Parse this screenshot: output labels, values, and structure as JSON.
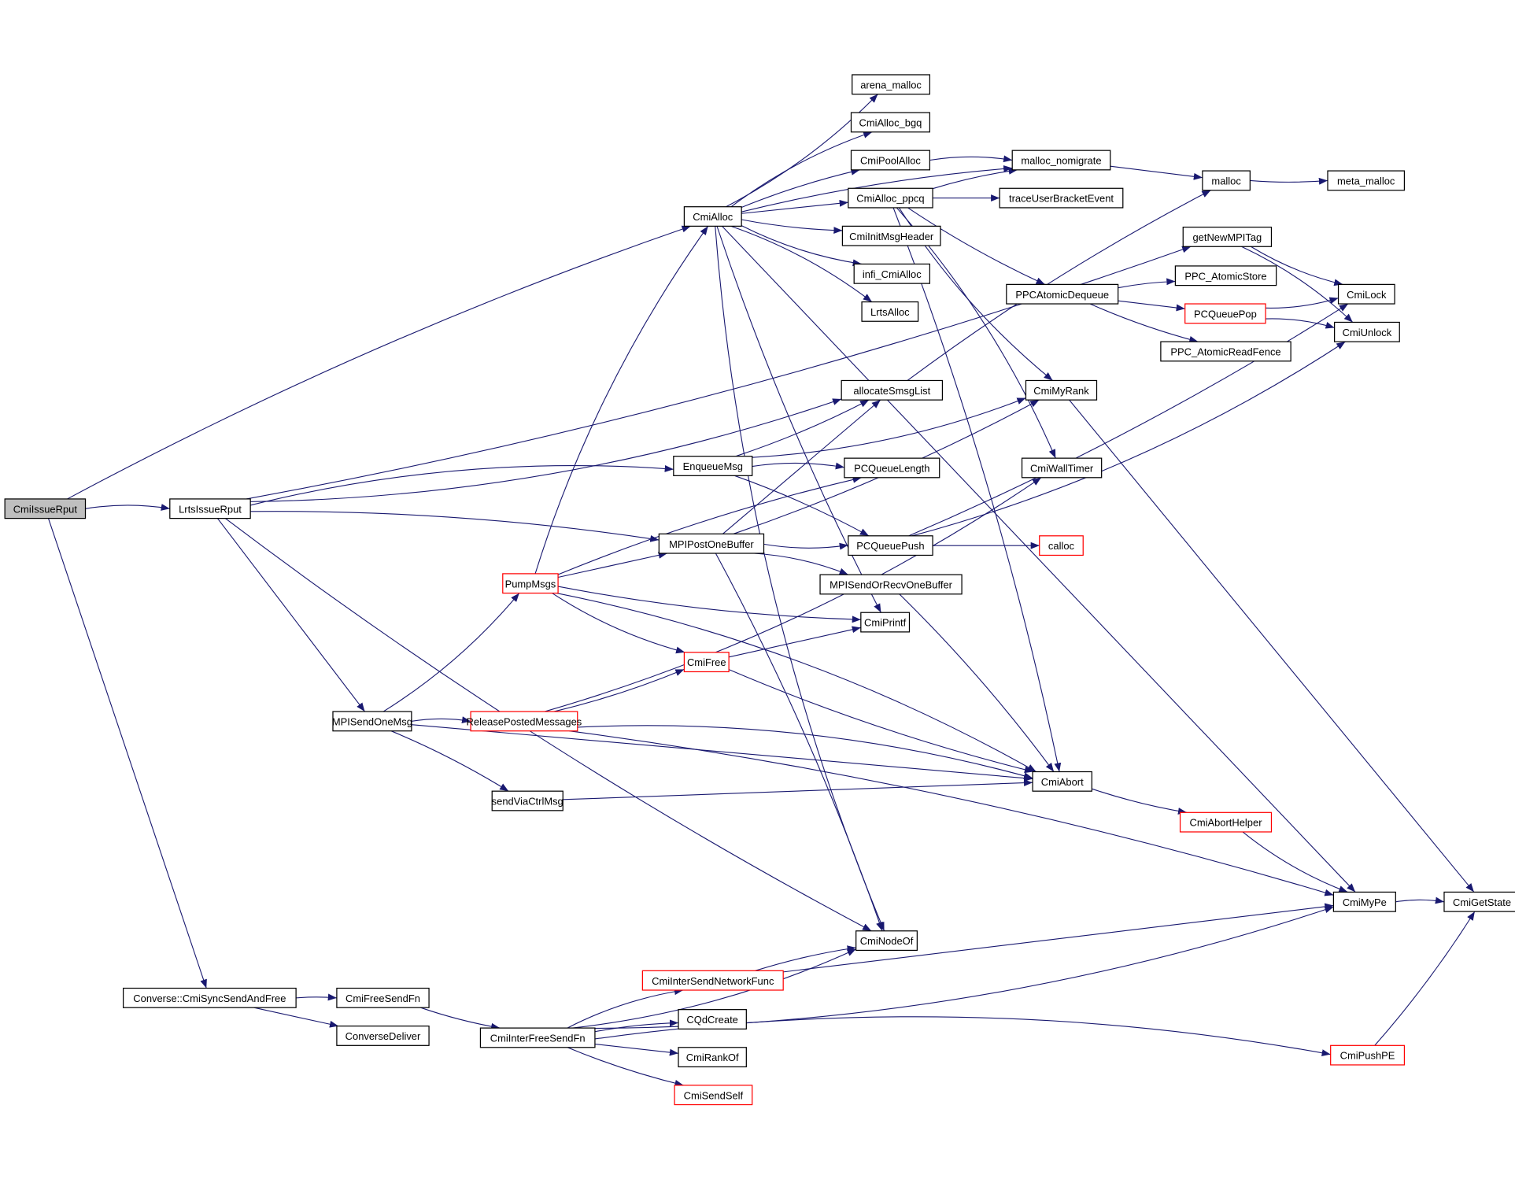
{
  "graph": {
    "type": "call-graph",
    "edge_color": "#191970",
    "root_fill": "#bfbfbf",
    "truncated_border_color": "#ff0000",
    "normal_border_color": "#000000",
    "nodes": [
      {
        "id": "CmiIssueRput",
        "label": "CmiIssueRput",
        "kind": "root"
      },
      {
        "id": "LrtsIssueRput",
        "label": "LrtsIssueRput",
        "kind": "normal"
      },
      {
        "id": "CmiAlloc",
        "label": "CmiAlloc",
        "kind": "normal"
      },
      {
        "id": "arena_malloc",
        "label": "arena_malloc",
        "kind": "normal"
      },
      {
        "id": "CmiAlloc_bgq",
        "label": "CmiAlloc_bgq",
        "kind": "normal"
      },
      {
        "id": "CmiPoolAlloc",
        "label": "CmiPoolAlloc",
        "kind": "normal"
      },
      {
        "id": "CmiAlloc_ppcq",
        "label": "CmiAlloc_ppcq",
        "kind": "normal"
      },
      {
        "id": "CmiInitMsgHeader",
        "label": "CmiInitMsgHeader",
        "kind": "normal"
      },
      {
        "id": "infi_CmiAlloc",
        "label": "infi_CmiAlloc",
        "kind": "normal"
      },
      {
        "id": "LrtsAlloc",
        "label": "LrtsAlloc",
        "kind": "normal"
      },
      {
        "id": "malloc_nomigrate",
        "label": "malloc_nomigrate",
        "kind": "normal"
      },
      {
        "id": "traceUserBracketEvent",
        "label": "traceUserBracketEvent",
        "kind": "normal"
      },
      {
        "id": "malloc",
        "label": "malloc",
        "kind": "normal"
      },
      {
        "id": "meta_malloc",
        "label": "meta_malloc",
        "kind": "normal"
      },
      {
        "id": "getNewMPITag",
        "label": "getNewMPITag",
        "kind": "normal"
      },
      {
        "id": "PPCAtomicDequeue",
        "label": "PPCAtomicDequeue",
        "kind": "normal"
      },
      {
        "id": "PPC_AtomicStore",
        "label": "PPC_AtomicStore",
        "kind": "normal"
      },
      {
        "id": "PCQueuePop",
        "label": "PCQueuePop",
        "kind": "truncated"
      },
      {
        "id": "PPC_AtomicReadFence",
        "label": "PPC_AtomicReadFence",
        "kind": "normal"
      },
      {
        "id": "CmiLock",
        "label": "CmiLock",
        "kind": "normal"
      },
      {
        "id": "CmiUnlock",
        "label": "CmiUnlock",
        "kind": "normal"
      },
      {
        "id": "allocateSmsgList",
        "label": "allocateSmsgList",
        "kind": "normal"
      },
      {
        "id": "CmiMyRank",
        "label": "CmiMyRank",
        "kind": "normal"
      },
      {
        "id": "EnqueueMsg",
        "label": "EnqueueMsg",
        "kind": "normal"
      },
      {
        "id": "PCQueueLength",
        "label": "PCQueueLength",
        "kind": "normal"
      },
      {
        "id": "CmiWallTimer",
        "label": "CmiWallTimer",
        "kind": "normal"
      },
      {
        "id": "MPIPostOneBuffer",
        "label": "MPIPostOneBuffer",
        "kind": "normal"
      },
      {
        "id": "PCQueuePush",
        "label": "PCQueuePush",
        "kind": "normal"
      },
      {
        "id": "calloc",
        "label": "calloc",
        "kind": "truncated"
      },
      {
        "id": "PumpMsgs",
        "label": "PumpMsgs",
        "kind": "truncated"
      },
      {
        "id": "MPISendOrRecvOneBuffer",
        "label": "MPISendOrRecvOneBuffer",
        "kind": "normal"
      },
      {
        "id": "CmiPrintf",
        "label": "CmiPrintf",
        "kind": "normal"
      },
      {
        "id": "CmiFree",
        "label": "CmiFree",
        "kind": "truncated"
      },
      {
        "id": "MPISendOneMsg",
        "label": "MPISendOneMsg",
        "kind": "normal"
      },
      {
        "id": "ReleasePostedMessages",
        "label": "ReleasePostedMessages",
        "kind": "truncated"
      },
      {
        "id": "CmiAbort",
        "label": "CmiAbort",
        "kind": "normal"
      },
      {
        "id": "sendViaCtrlMsg",
        "label": "sendViaCtrlMsg",
        "kind": "normal"
      },
      {
        "id": "CmiAbortHelper",
        "label": "CmiAbortHelper",
        "kind": "truncated"
      },
      {
        "id": "CmiMyPe",
        "label": "CmiMyPe",
        "kind": "normal"
      },
      {
        "id": "CmiGetState",
        "label": "CmiGetState",
        "kind": "normal"
      },
      {
        "id": "CmiNodeOf",
        "label": "CmiNodeOf",
        "kind": "normal"
      },
      {
        "id": "Converse_CmiSyncSendAndFree",
        "label": "Converse::CmiSyncSendAndFree",
        "kind": "normal"
      },
      {
        "id": "CmiFreeSendFn",
        "label": "CmiFreeSendFn",
        "kind": "normal"
      },
      {
        "id": "ConverseDeliver",
        "label": "ConverseDeliver",
        "kind": "normal"
      },
      {
        "id": "CmiInterSendNetworkFunc",
        "label": "CmiInterSendNetworkFunc",
        "kind": "truncated"
      },
      {
        "id": "CmiInterFreeSendFn",
        "label": "CmiInterFreeSendFn",
        "kind": "normal"
      },
      {
        "id": "CQdCreate",
        "label": "CQdCreate",
        "kind": "normal"
      },
      {
        "id": "CmiRankOf",
        "label": "CmiRankOf",
        "kind": "normal"
      },
      {
        "id": "CmiSendSelf",
        "label": "CmiSendSelf",
        "kind": "truncated"
      },
      {
        "id": "CmiPushPE",
        "label": "CmiPushPE",
        "kind": "truncated"
      }
    ],
    "edges": [
      [
        "CmiIssueRput",
        "LrtsIssueRput"
      ],
      [
        "CmiIssueRput",
        "CmiAlloc"
      ],
      [
        "CmiIssueRput",
        "Converse_CmiSyncSendAndFree"
      ],
      [
        "LrtsIssueRput",
        "getNewMPITag"
      ],
      [
        "LrtsIssueRput",
        "allocateSmsgList"
      ],
      [
        "LrtsIssueRput",
        "EnqueueMsg"
      ],
      [
        "LrtsIssueRput",
        "MPIPostOneBuffer"
      ],
      [
        "LrtsIssueRput",
        "MPISendOneMsg"
      ],
      [
        "LrtsIssueRput",
        "CmiNodeOf"
      ],
      [
        "CmiAlloc",
        "arena_malloc"
      ],
      [
        "CmiAlloc",
        "CmiAlloc_bgq"
      ],
      [
        "CmiAlloc",
        "CmiPoolAlloc"
      ],
      [
        "CmiAlloc",
        "CmiAlloc_ppcq"
      ],
      [
        "CmiAlloc",
        "CmiInitMsgHeader"
      ],
      [
        "CmiAlloc",
        "infi_CmiAlloc"
      ],
      [
        "CmiAlloc",
        "LrtsAlloc"
      ],
      [
        "CmiAlloc",
        "malloc_nomigrate"
      ],
      [
        "CmiAlloc",
        "CmiMyPe"
      ],
      [
        "CmiAlloc",
        "CmiPrintf"
      ],
      [
        "CmiAlloc",
        "CmiNodeOf"
      ],
      [
        "CmiPoolAlloc",
        "malloc_nomigrate"
      ],
      [
        "CmiAlloc_ppcq",
        "malloc_nomigrate"
      ],
      [
        "CmiAlloc_ppcq",
        "traceUserBracketEvent"
      ],
      [
        "CmiAlloc_ppcq",
        "PPCAtomicDequeue"
      ],
      [
        "CmiAlloc_ppcq",
        "CmiMyRank"
      ],
      [
        "CmiAlloc_ppcq",
        "CmiWallTimer"
      ],
      [
        "CmiAlloc_ppcq",
        "CmiAbort"
      ],
      [
        "malloc_nomigrate",
        "malloc"
      ],
      [
        "malloc",
        "meta_malloc"
      ],
      [
        "getNewMPITag",
        "CmiLock"
      ],
      [
        "getNewMPITag",
        "CmiUnlock"
      ],
      [
        "PPCAtomicDequeue",
        "PPC_AtomicStore"
      ],
      [
        "PPCAtomicDequeue",
        "PCQueuePop"
      ],
      [
        "PPCAtomicDequeue",
        "PPC_AtomicReadFence"
      ],
      [
        "PCQueuePop",
        "CmiLock"
      ],
      [
        "PCQueuePop",
        "CmiUnlock"
      ],
      [
        "allocateSmsgList",
        "malloc"
      ],
      [
        "CmiMyRank",
        "CmiGetState"
      ],
      [
        "EnqueueMsg",
        "allocateSmsgList"
      ],
      [
        "EnqueueMsg",
        "CmiMyRank"
      ],
      [
        "EnqueueMsg",
        "PCQueueLength"
      ],
      [
        "EnqueueMsg",
        "PCQueuePush"
      ],
      [
        "MPIPostOneBuffer",
        "allocateSmsgList"
      ],
      [
        "MPIPostOneBuffer",
        "CmiMyRank"
      ],
      [
        "MPIPostOneBuffer",
        "PCQueuePush"
      ],
      [
        "MPIPostOneBuffer",
        "MPISendOrRecvOneBuffer"
      ],
      [
        "MPIPostOneBuffer",
        "CmiNodeOf"
      ],
      [
        "PCQueuePush",
        "calloc"
      ],
      [
        "PCQueuePush",
        "CmiLock"
      ],
      [
        "PCQueuePush",
        "CmiUnlock"
      ],
      [
        "PumpMsgs",
        "CmiAlloc"
      ],
      [
        "PumpMsgs",
        "PCQueueLength"
      ],
      [
        "PumpMsgs",
        "MPIPostOneBuffer"
      ],
      [
        "PumpMsgs",
        "CmiPrintf"
      ],
      [
        "PumpMsgs",
        "CmiFree"
      ],
      [
        "PumpMsgs",
        "CmiAbort"
      ],
      [
        "MPISendOrRecvOneBuffer",
        "CmiAbort"
      ],
      [
        "CmiFree",
        "CmiPrintf"
      ],
      [
        "CmiFree",
        "CmiAbort"
      ],
      [
        "MPISendOneMsg",
        "PumpMsgs"
      ],
      [
        "MPISendOneMsg",
        "ReleasePostedMessages"
      ],
      [
        "MPISendOneMsg",
        "sendViaCtrlMsg"
      ],
      [
        "MPISendOneMsg",
        "CmiAbort"
      ],
      [
        "ReleasePostedMessages",
        "CmiFree"
      ],
      [
        "ReleasePostedMessages",
        "CmiWallTimer"
      ],
      [
        "ReleasePostedMessages",
        "CmiAbort"
      ],
      [
        "ReleasePostedMessages",
        "CmiMyPe"
      ],
      [
        "sendViaCtrlMsg",
        "CmiAbort"
      ],
      [
        "CmiAbort",
        "CmiAbortHelper"
      ],
      [
        "CmiAbortHelper",
        "CmiMyPe"
      ],
      [
        "CmiMyPe",
        "CmiGetState"
      ],
      [
        "Converse_CmiSyncSendAndFree",
        "CmiFreeSendFn"
      ],
      [
        "Converse_CmiSyncSendAndFree",
        "ConverseDeliver"
      ],
      [
        "CmiFreeSendFn",
        "CmiInterFreeSendFn"
      ],
      [
        "CmiInterFreeSendFn",
        "CmiNodeOf"
      ],
      [
        "CmiInterFreeSendFn",
        "CmiInterSendNetworkFunc"
      ],
      [
        "CmiInterFreeSendFn",
        "CQdCreate"
      ],
      [
        "CmiInterFreeSendFn",
        "CmiRankOf"
      ],
      [
        "CmiInterFreeSendFn",
        "CmiSendSelf"
      ],
      [
        "CmiInterFreeSendFn",
        "CmiMyPe"
      ],
      [
        "CmiInterFreeSendFn",
        "CmiPushPE"
      ],
      [
        "CmiInterSendNetworkFunc",
        "CmiNodeOf"
      ],
      [
        "CmiInterSendNetworkFunc",
        "CmiMyPe"
      ],
      [
        "CmiPushPE",
        "CmiGetState"
      ]
    ]
  }
}
